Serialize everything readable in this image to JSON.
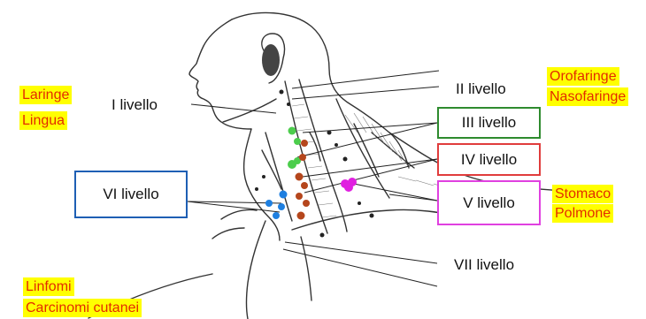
{
  "levels": {
    "l1": "I livello",
    "l2": "II livello",
    "l3": "III livello",
    "l4": "IV livello",
    "l5": "V livello",
    "l6": "VI livello",
    "l7": "VII livello"
  },
  "box_colors": {
    "l3": "#2e8b2e",
    "l4": "#e03c3c",
    "l5": "#e040e0",
    "l6": "#1e5fb4"
  },
  "node_colors": {
    "green": "#4ccd4c",
    "brown": "#b5461c",
    "blue": "#1e7fe0",
    "magenta": "#e020e0"
  },
  "tags": {
    "laringe": "Laringe",
    "lingua": "Lingua",
    "orofaringe": "Orofaringe",
    "nasofaringe": "Nasofaringe",
    "stomaco": "Stomaco",
    "polmone": "Polmone",
    "linfomi": "Linfomi",
    "carcinomi": "Carcinomi cutanei"
  }
}
